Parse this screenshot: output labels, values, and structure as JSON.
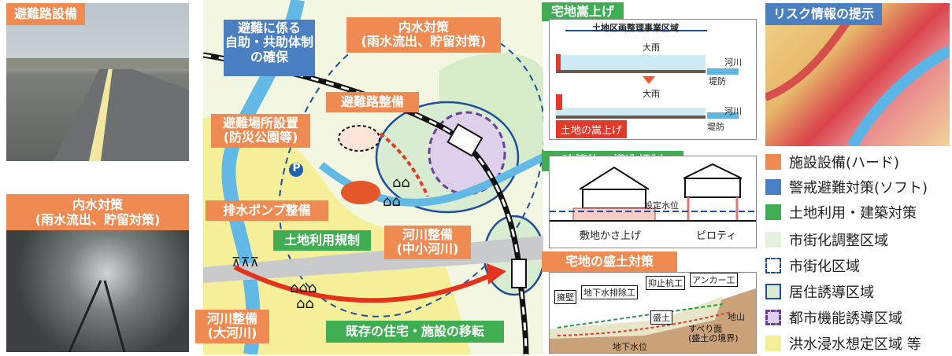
{
  "photos": {
    "evacuation_road": "避難路設備",
    "inland_water": "内水対策\n(雨水流出、貯留対策)",
    "risk_info": "リスク情報の提示"
  },
  "map_labels": {
    "mutual_aid": "避難に係る\n自助・共助体制\nの確保",
    "inland_water_measure": "内水対策\n(雨水流出、貯留対策)",
    "evac_route": "避難路整備",
    "evac_site": "避難場所設置\n(防災公園等)",
    "pump": "排水ポンプ整備",
    "land_use": "土地利用規制",
    "river_small": "河川整備\n(中小河川)",
    "river_large": "河川整備\n(大河川)",
    "relocation": "既存の住宅・施設の移転",
    "raise_land": "宅地嵩上げ",
    "structure_reg": "建築物の構造規制",
    "embankment": "宅地の盛土対策",
    "parking": "P"
  },
  "inset_raise": {
    "zone": "土地区画整理事業区域",
    "heavy_rain_1": "大雨",
    "heavy_rain_2": "大雨",
    "river_1": "河川",
    "river_2": "河川",
    "levee_1": "堤防",
    "levee_2": "堤防",
    "caption": "土地の嵩上げ"
  },
  "inset_structure": {
    "water_level": "設定水位",
    "raised_site": "敷地かさ上げ",
    "piloti": "ピロティ"
  },
  "inset_embank": {
    "retaining_wall": "擁壁",
    "drainage": "地下水排除工",
    "pile": "抑止杭工",
    "anchor": "アンカー工",
    "fill": "盛土",
    "ground": "地山",
    "slip": "すべり面\n(盛土の境界)",
    "groundwater": "地下水位"
  },
  "legend": [
    {
      "label": "施設設備(ハード)",
      "color": "#ef8a52",
      "style": "fill"
    },
    {
      "label": "警戒避難対策(ソフト)",
      "color": "#4a7fc1",
      "style": "fill"
    },
    {
      "label": "土地利用・建築対策",
      "color": "#3fad52",
      "style": "fill"
    },
    {
      "label": "市街化調整区域",
      "color": "#e4f1df",
      "style": "fill"
    },
    {
      "label": "市街化区域",
      "color": "#1f4e9c",
      "style": "dashed"
    },
    {
      "label": "居住誘導区域",
      "color": "#1f4e9c",
      "style": "solid"
    },
    {
      "label": "都市機能誘導区域",
      "color": "#6b3f9c",
      "style": "dashed-purple"
    },
    {
      "label": "洪水浸水想定区域 等",
      "color": "#f6ef9a",
      "style": "fill"
    }
  ]
}
